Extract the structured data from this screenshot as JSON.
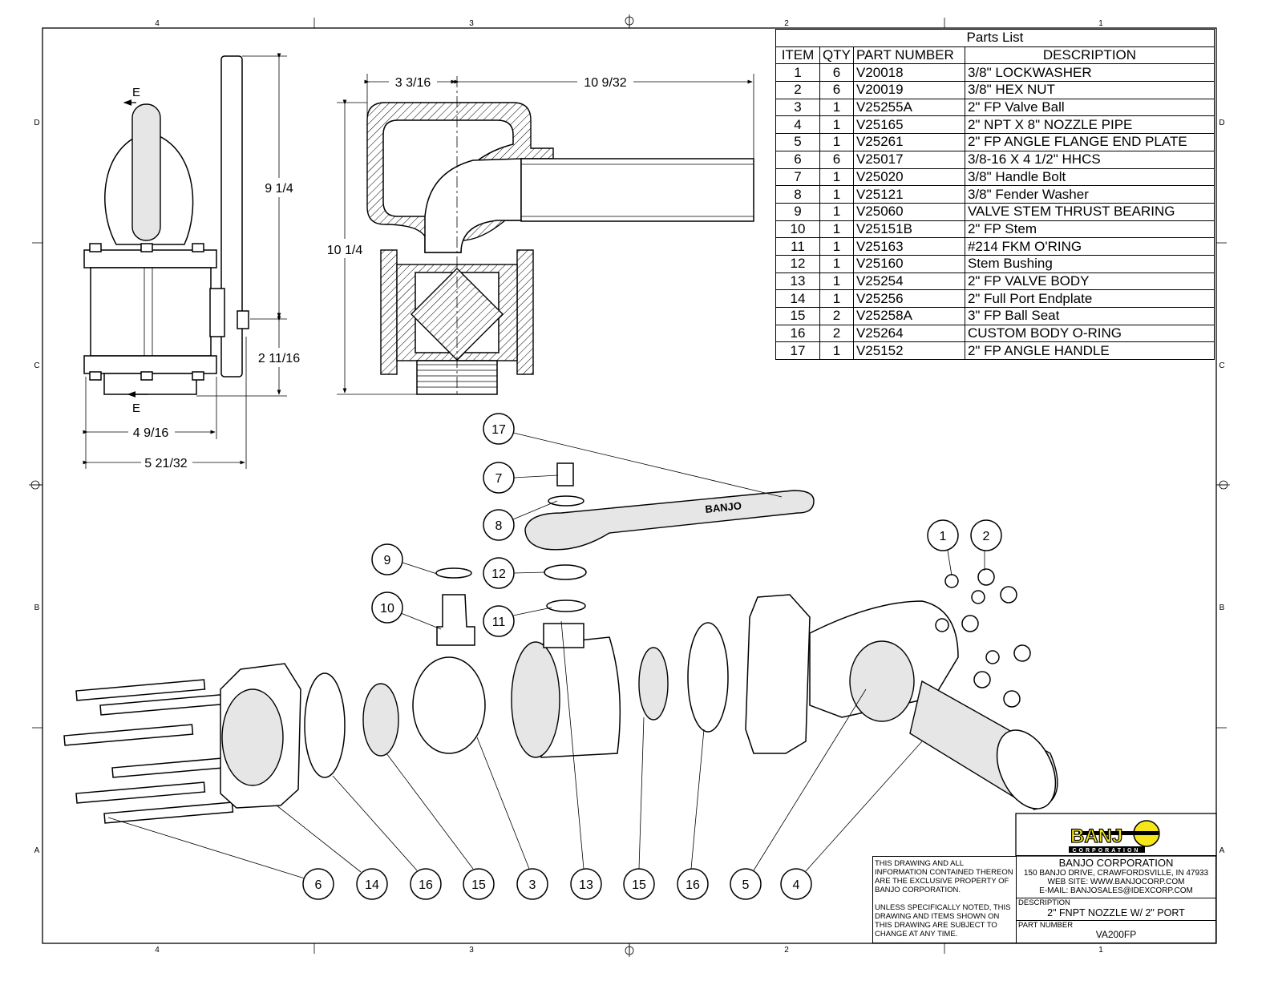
{
  "zones": {
    "columns": [
      "4",
      "3",
      "2",
      "1"
    ],
    "rows": [
      "D",
      "C",
      "B",
      "A"
    ]
  },
  "parts_list": {
    "title": "Parts List",
    "headers": [
      "ITEM",
      "QTY",
      "PART NUMBER",
      "DESCRIPTION"
    ],
    "rows": [
      {
        "item": "1",
        "qty": "6",
        "part": "V20018",
        "desc": "3/8\" LOCKWASHER"
      },
      {
        "item": "2",
        "qty": "6",
        "part": "V20019",
        "desc": "3/8\" HEX NUT"
      },
      {
        "item": "3",
        "qty": "1",
        "part": "V25255A",
        "desc": "2\" FP Valve Ball"
      },
      {
        "item": "4",
        "qty": "1",
        "part": "V25165",
        "desc": "2\" NPT X 8\" NOZZLE PIPE"
      },
      {
        "item": "5",
        "qty": "1",
        "part": "V25261",
        "desc": "2\" FP ANGLE FLANGE END PLATE"
      },
      {
        "item": "6",
        "qty": "6",
        "part": "V25017",
        "desc": "3/8-16 X 4 1/2\" HHCS"
      },
      {
        "item": "7",
        "qty": "1",
        "part": "V25020",
        "desc": "3/8\" Handle Bolt"
      },
      {
        "item": "8",
        "qty": "1",
        "part": "V25121",
        "desc": "3/8\" Fender Washer"
      },
      {
        "item": "9",
        "qty": "1",
        "part": "V25060",
        "desc": "VALVE STEM THRUST BEARING"
      },
      {
        "item": "10",
        "qty": "1",
        "part": "V25151B",
        "desc": "2\" FP Stem"
      },
      {
        "item": "11",
        "qty": "1",
        "part": "V25163",
        "desc": "#214 FKM O'RING"
      },
      {
        "item": "12",
        "qty": "1",
        "part": "V25160",
        "desc": "Stem Bushing"
      },
      {
        "item": "13",
        "qty": "1",
        "part": "V25254",
        "desc": "2\" FP VALVE BODY"
      },
      {
        "item": "14",
        "qty": "1",
        "part": "V25256",
        "desc": "2\" Full Port Endplate"
      },
      {
        "item": "15",
        "qty": "2",
        "part": "V25258A",
        "desc": "3\" FP Ball Seat"
      },
      {
        "item": "16",
        "qty": "2",
        "part": "V25264",
        "desc": "CUSTOM BODY O-RING"
      },
      {
        "item": "17",
        "qty": "1",
        "part": "V25152",
        "desc": "2\" FP ANGLE HANDLE"
      }
    ]
  },
  "dimensions": {
    "height_overall": "9 1/4",
    "section_height": "10 1/4",
    "lower_height": "2 11/16",
    "width_body": "4 9/16",
    "width_overall": "5 21/32",
    "section_left": "3 3/16",
    "section_right": "10 9/32",
    "section_marker": "E"
  },
  "balloons": [
    "17",
    "7",
    "8",
    "9",
    "12",
    "10",
    "11",
    "1",
    "2",
    "6",
    "14",
    "16",
    "15",
    "3",
    "13",
    "15",
    "16",
    "5",
    "4"
  ],
  "handle_marking": "BANJO",
  "title_block": {
    "logo_text": "BANJO",
    "logo_subtext": "CORPORATION",
    "logo_colors": {
      "yellow": "#f5e61c",
      "black": "#000000"
    },
    "company": "BANJO CORPORATION",
    "address": "150 BANJO DRIVE, CRAWFORDSVILLE, IN 47933",
    "website": "WEB SITE: WWW.BANJOCORP.COM",
    "email": "E-MAIL: BANJOSALES@IDEXCORP.COM",
    "notice_1": "THIS DRAWING AND ALL INFORMATION CONTAINED THEREON ARE THE EXCLUSIVE PROPERTY OF BANJO CORPORATION.",
    "notice_2": "UNLESS SPECIFICALLY NOTED, THIS DRAWING AND ITEMS SHOWN ON THIS DRAWING ARE SUBJECT TO CHANGE AT ANY TIME.",
    "description_label": "DESCRIPTION",
    "description": "2\" FNPT NOZZLE W/ 2\" PORT",
    "part_number_label": "PART NUMBER",
    "part_number": "VA200FP"
  }
}
